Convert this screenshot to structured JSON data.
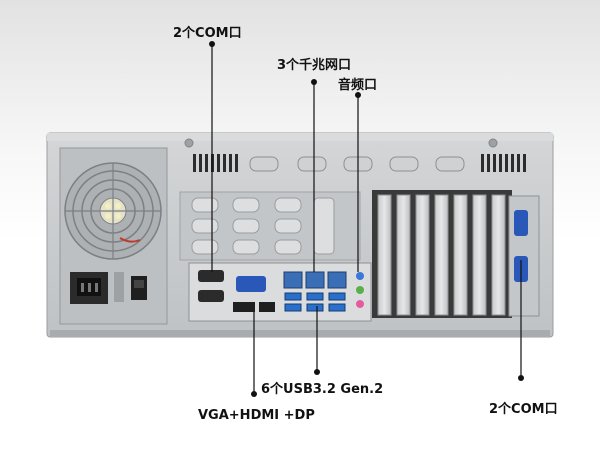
{
  "callouts": {
    "com_top": "2个COM口",
    "lan": "3个千兆网口",
    "audio": "音频口",
    "usb": "6个USB3.2 Gen.2",
    "video": "VGA+HDMI +DP",
    "com_right": "2个COM口"
  },
  "colors": {
    "chassis": "#c8cbcd",
    "panel": "#b9bcbf",
    "io_shield": "#dadcdd",
    "usb_blue": "#2a6fc9",
    "slot_dark": "#3a3a3a",
    "leader": "#111111"
  },
  "icons": {
    "fan": "fan-grille-icon",
    "power": "ac-power-inlet-icon",
    "switch": "power-switch-icon"
  }
}
